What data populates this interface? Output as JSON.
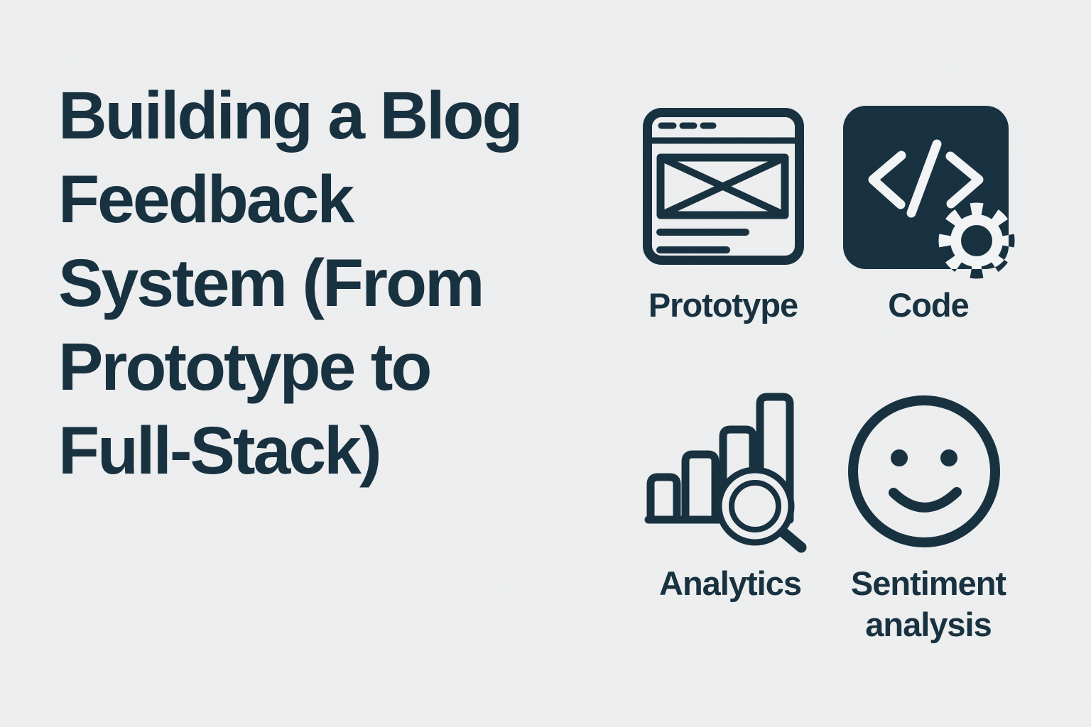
{
  "graphic": {
    "kind": "title-card",
    "title": {
      "text": "Building a Blog Feedback System (From Prototype to Full-Stack)",
      "lines": [
        "Building a Blog",
        "Feedback",
        "System (From",
        "Prototype to",
        "Full-Stack)"
      ]
    },
    "features": [
      {
        "label": "Prototype",
        "icon": "browser-wireframe-icon"
      },
      {
        "label": "Code",
        "icon": "code-tag-gear-icon"
      },
      {
        "label": "Analytics",
        "icon": "bar-chart-magnifier-icon"
      },
      {
        "label": "Sentiment analysis",
        "icon": "smiley-face-icon"
      }
    ]
  },
  "colors": {
    "background": "#eeeff0",
    "ink": "#142e3d",
    "icon_on_dark": "#f3f5f6"
  }
}
